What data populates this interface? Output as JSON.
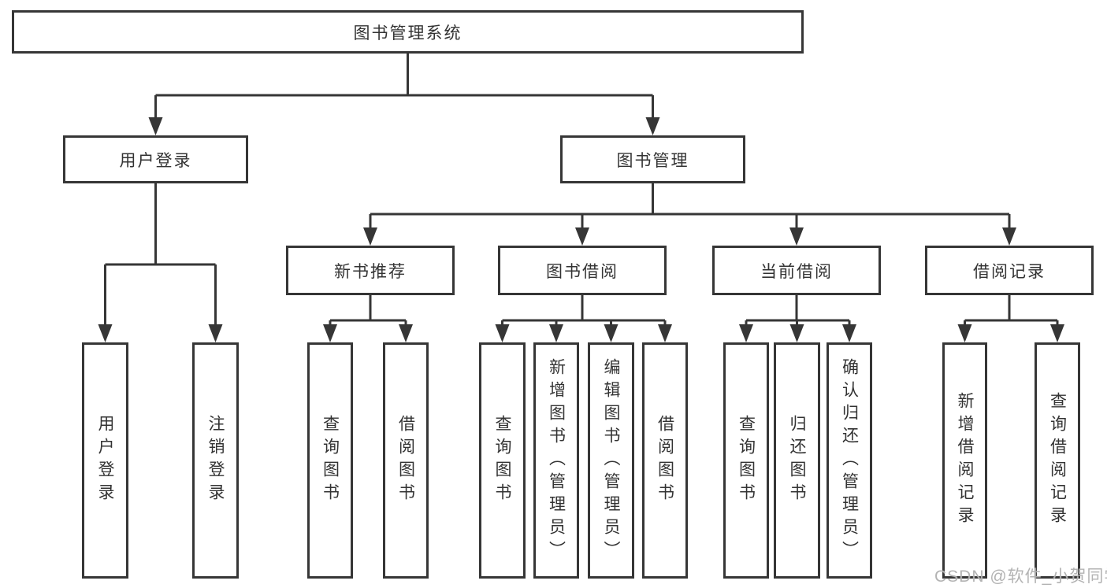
{
  "tree": {
    "label": "图书管理系统",
    "children": [
      {
        "label": "用户登录",
        "children": [
          {
            "label": "用户登录"
          },
          {
            "label": "注销登录"
          }
        ]
      },
      {
        "label": "图书管理",
        "children": [
          {
            "label": "新书推荐",
            "children": [
              {
                "label": "查询图书"
              },
              {
                "label": "借阅图书"
              }
            ]
          },
          {
            "label": "图书借阅",
            "children": [
              {
                "label": "查询图书"
              },
              {
                "label": "新增图书（管理员）"
              },
              {
                "label": "编辑图书（管理员）"
              },
              {
                "label": "借阅图书"
              }
            ]
          },
          {
            "label": "当前借阅",
            "children": [
              {
                "label": "查询图书"
              },
              {
                "label": "归还图书"
              },
              {
                "label": "确认归还（管理员）"
              }
            ]
          },
          {
            "label": "借阅记录",
            "children": [
              {
                "label": "新增借阅记录"
              },
              {
                "label": "查询借阅记录"
              }
            ]
          }
        ]
      }
    ]
  },
  "watermark": "CSDN @软件_小贺同学",
  "colors": {
    "line": "#363636",
    "text": "#333333",
    "watermark": "#acacac",
    "background": "#ffffff"
  }
}
